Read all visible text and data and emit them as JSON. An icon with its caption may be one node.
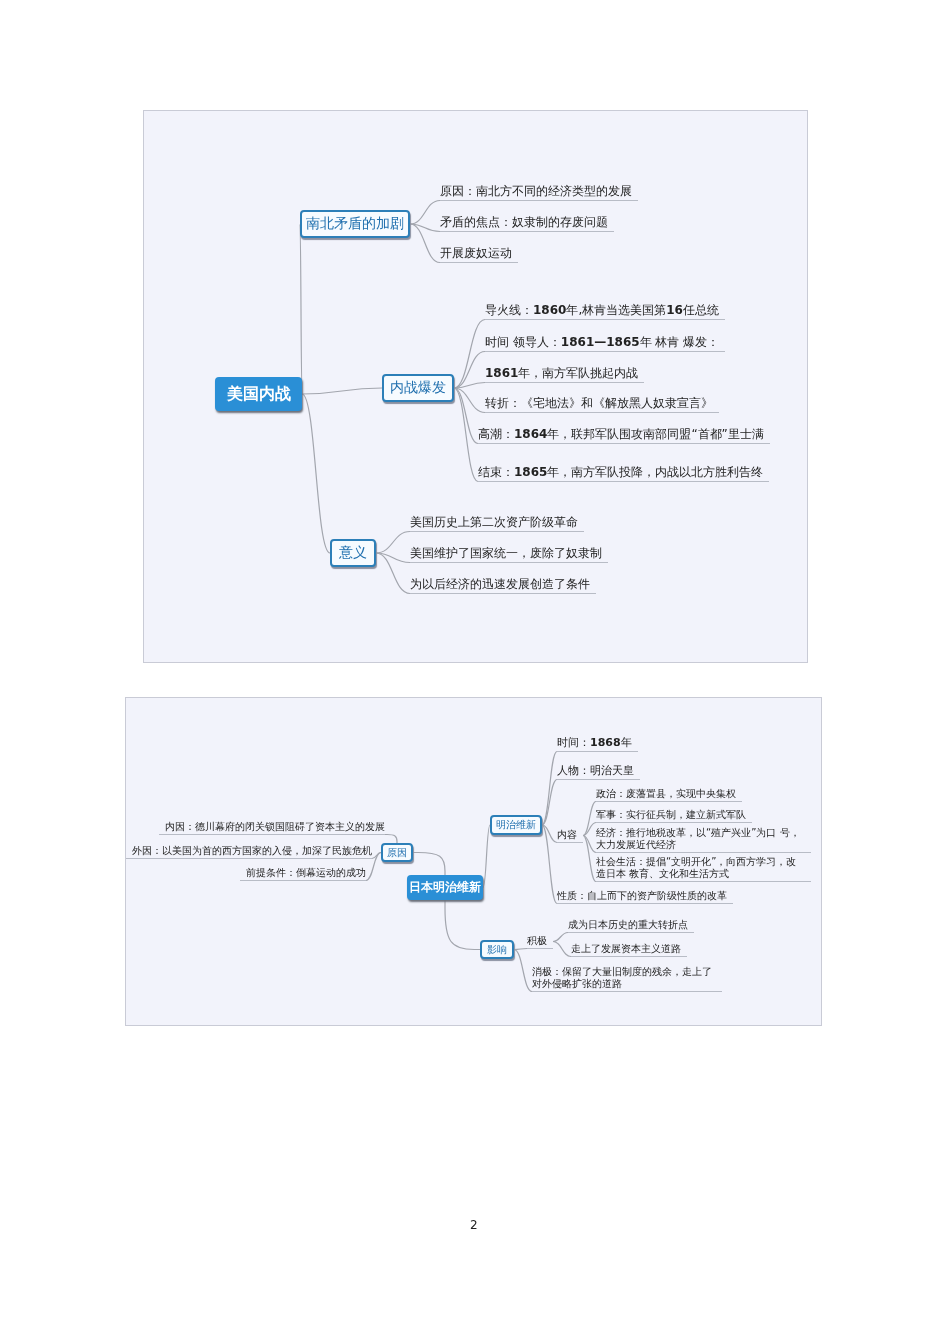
{
  "diagram": {
    "nodes": [
      {
        "text": [
          "美国内战"
        ]
      },
      {
        "text": [
          "南北矛盾的加剧"
        ]
      },
      {
        "text": [
          "原因：南北方不同的经济类型的发展"
        ]
      },
      {
        "text": [
          "矛盾的焦点：奴隶制的存废问题"
        ]
      },
      {
        "text": [
          "开展废奴运动"
        ]
      },
      {
        "text": [
          "内战爆发"
        ]
      },
      {
        "text": [
          "导火线：**1860**年,林肯当选美国第**16**任总统"
        ]
      },
      {
        "text": [
          "时间 领导人：**1861—1865**年  林肯  爆发："
        ]
      },
      {
        "text": [
          "**1861**年，南方军队挑起内战"
        ]
      },
      {
        "text": [
          "转折：《宅地法》和《解放黑人奴隶宣言》"
        ]
      },
      {
        "text": [
          "高潮：**1864**年，联邦军队围攻南部同盟“首都”里士满"
        ]
      },
      {
        "text": [
          "结束：**1865**年，南方军队投降，内战以北方胜利告终"
        ]
      },
      {
        "text": [
          "意义"
        ]
      },
      {
        "text": [
          "美国历史上第二次资产阶级革命"
        ]
      },
      {
        "text": [
          "美国维护了国家统一，废除了奴隶制"
        ]
      },
      {
        "text": [
          "为以后经济的迅速发展创造了条件"
        ]
      },
      {
        "text": [
          "日本明治维新"
        ]
      },
      {
        "text": [
          "原因"
        ]
      },
      {
        "text": [
          "内因：德川幕府的闭关锁国阻碍了资本主义的发展"
        ]
      },
      {
        "text": [
          "外因：以美国为首的西方国家的入侵，加深了民族危机"
        ]
      },
      {
        "text": [
          "前提条件：倒幕运动的成功"
        ]
      },
      {
        "text": [
          "明治维新"
        ]
      },
      {
        "text": [
          "时间：**1868**年"
        ]
      },
      {
        "text": [
          "人物：明治天皇"
        ]
      },
      {
        "text": [
          "内容"
        ]
      },
      {
        "text": [
          "政治：废藩置县，实现中央集权"
        ]
      },
      {
        "text": [
          "军事：实行征兵制，建立新式军队"
        ]
      },
      {
        "text": [
          "经济：推行地税改革，以“殖产兴业”为口 号，大力发展近代经济"
        ]
      },
      {
        "text": [
          "社会生活：提倡“文明开化”，向西方学习，改造日本 教育、文化和生活方式"
        ]
      },
      {
        "text": [
          "性质：自上而下的资产阶级性质的改革"
        ]
      },
      {
        "text": [
          "影响"
        ]
      },
      {
        "text": [
          "积极"
        ]
      },
      {
        "text": [
          "成为日本历史的重大转折点"
        ]
      },
      {
        "text": [
          "走上了发展资本主义道路"
        ]
      },
      {
        "text": [
          "消极：保留了大量旧制度的残余，走上了对外侵略扩张的道路"
        ]
      }
    ],
    "edges": [
      {
        "from": 0,
        "to": 1,
        "arrow": "none"
      },
      {
        "from": 0,
        "to": 5,
        "arrow": "none"
      },
      {
        "from": 0,
        "to": 12,
        "arrow": "none"
      },
      {
        "from": 1,
        "to": 2,
        "arrow": "none"
      },
      {
        "from": 1,
        "to": 3,
        "arrow": "none"
      },
      {
        "from": 1,
        "to": 4,
        "arrow": "none"
      },
      {
        "from": 5,
        "to": 6,
        "arrow": "none"
      },
      {
        "from": 5,
        "to": 7,
        "arrow": "none"
      },
      {
        "from": 5,
        "to": 8,
        "arrow": "none"
      },
      {
        "from": 5,
        "to": 9,
        "arrow": "none"
      },
      {
        "from": 5,
        "to": 10,
        "arrow": "none"
      },
      {
        "from": 5,
        "to": 11,
        "arrow": "none"
      },
      {
        "from": 12,
        "to": 13,
        "arrow": "none"
      },
      {
        "from": 12,
        "to": 14,
        "arrow": "none"
      },
      {
        "from": 12,
        "to": 15,
        "arrow": "none"
      },
      {
        "from": 16,
        "to": 17,
        "arrow": "none"
      },
      {
        "from": 16,
        "to": 21,
        "arrow": "none"
      },
      {
        "from": 16,
        "to": 30,
        "arrow": "none"
      },
      {
        "from": 17,
        "to": 18,
        "arrow": "none"
      },
      {
        "from": 17,
        "to": 19,
        "arrow": "none"
      },
      {
        "from": 17,
        "to": 20,
        "arrow": "none"
      },
      {
        "from": 21,
        "to": 22,
        "arrow": "none"
      },
      {
        "from": 21,
        "to": 23,
        "arrow": "none"
      },
      {
        "from": 21,
        "to": 24,
        "arrow": "none"
      },
      {
        "from": 21,
        "to": 29,
        "arrow": "none"
      },
      {
        "from": 24,
        "to": 25,
        "arrow": "none"
      },
      {
        "from": 24,
        "to": 26,
        "arrow": "none"
      },
      {
        "from": 24,
        "to": 27,
        "arrow": "none"
      },
      {
        "from": 24,
        "to": 28,
        "arrow": "none"
      },
      {
        "from": 30,
        "to": 31,
        "arrow": "none"
      },
      {
        "from": 30,
        "to": 34,
        "arrow": "none"
      },
      {
        "from": 31,
        "to": 32,
        "arrow": "none"
      },
      {
        "from": 31,
        "to": 33,
        "arrow": "none"
      }
    ],
    "labels": [
      "2"
    ]
  }
}
